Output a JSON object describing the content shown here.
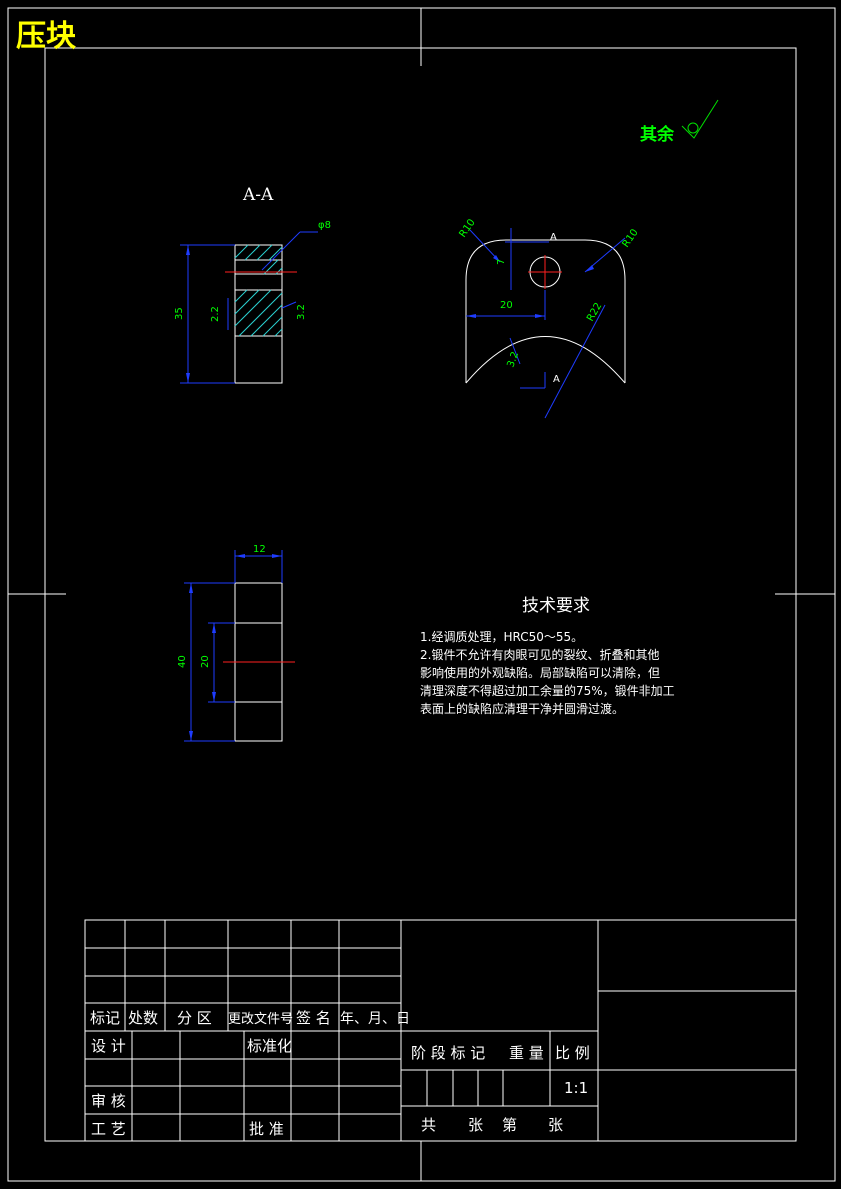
{
  "drawing_title": "压块",
  "roughness_label": "其余",
  "section_label": "A-A",
  "section_marker": "A",
  "dims": {
    "phi8": "φ8",
    "d35": "35",
    "d2_2": "2.2",
    "d3_2a": "3.2",
    "r10a": "R10",
    "r10b": "R10",
    "d7": "7",
    "d20": "20",
    "r22": "R22",
    "d3_2b": "3.2",
    "d12": "12",
    "d40": "40",
    "d20b": "20"
  },
  "tech": {
    "heading": "技术要求",
    "lines": [
      "1.经调质处理，HRC50～55。",
      "2.锻件不允许有肉眼可见的裂纹、折叠和其他",
      "影响使用的外观缺陷。局部缺陷可以清除，但",
      "清理深度不得超过加工余量的75%，锻件非加工",
      "表面上的缺陷应清理干净并圆滑过渡。"
    ]
  },
  "title_block": {
    "biaoji": "标记",
    "chushu": "处数",
    "fenqu": "分 区",
    "gengai": "更改文件号",
    "qianming": "签 名",
    "nianyueri": "年、月、日",
    "sheji": "设 计",
    "biaozhunhua": "标准化",
    "jieduan": "阶 段 标 记",
    "zhongliang": "重 量",
    "bili": "比 例",
    "scale": "1:1",
    "shenhe": "审 核",
    "gongyi": "工 艺",
    "pizhun": "批 准",
    "gong": "共",
    "zhang1": "张",
    "di": "第",
    "zhang2": "张"
  }
}
